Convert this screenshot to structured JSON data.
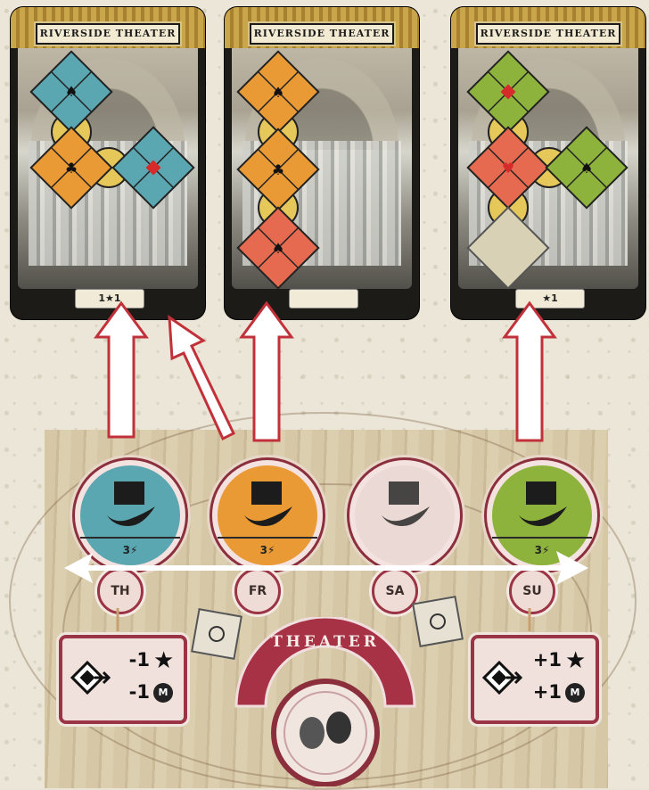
{
  "cards": [
    {
      "title": "RIVERSIDE THEATER",
      "footer": "1★1",
      "color": "blue"
    },
    {
      "title": "RIVERSIDE THEATER",
      "footer": "",
      "color": "orange"
    },
    {
      "title": "RIVERSIDE THEATER",
      "footer": "★1",
      "color": "green"
    }
  ],
  "tokens": [
    {
      "cost": "3⚡",
      "color": "#5aa7b1",
      "name": "blue"
    },
    {
      "cost": "3⚡",
      "color": "#e99a35",
      "name": "orange"
    },
    {
      "cost": "",
      "color": "#ead9d4",
      "name": "empty"
    },
    {
      "cost": "3⚡",
      "color": "#8db33c",
      "name": "green"
    }
  ],
  "days": [
    "TH",
    "FR",
    "SA",
    "SU"
  ],
  "bonus_left": {
    "stars": "-1",
    "money": "-1"
  },
  "bonus_right": {
    "stars": "+1",
    "money": "+1"
  },
  "theater_label": "THEATER",
  "colors": {
    "accent": "#9b3444",
    "arrow_red": "#c2313a",
    "tile_blue": "#5aa7b1",
    "tile_orange": "#e99a35",
    "tile_red": "#e56a4f",
    "tile_green": "#8db33c",
    "tile_yellow": "#e6c85a"
  }
}
